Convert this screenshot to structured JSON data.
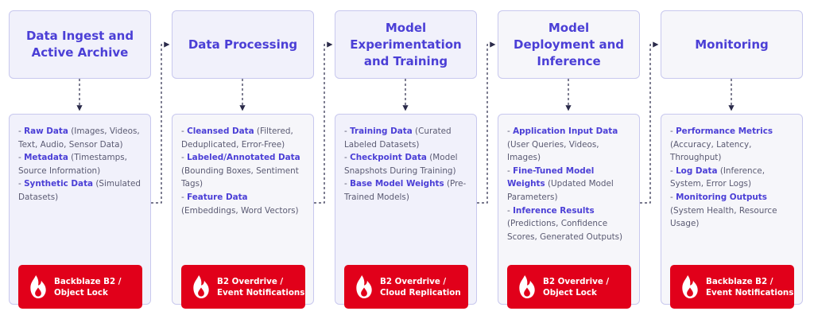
{
  "colors": {
    "accent": "#4b3fd6",
    "badge": "#e1001a",
    "box_lavender": "#f1f1fb",
    "box_gray": "#f6f6fa",
    "border": "#c8c8ee",
    "connector": "#2a2a4a"
  },
  "columns": [
    {
      "title": "Data Ingest and Active Archive",
      "items": [
        {
          "label": "Raw Data",
          "detail": "(Images, Videos, Text, Audio, Sensor Data)"
        },
        {
          "label": "Metadata",
          "detail": "(Timestamps, Source Information)"
        },
        {
          "label": "Synthetic Data",
          "detail": "(Simulated Datasets)"
        }
      ],
      "badge": {
        "line1": "Backblaze B2 /",
        "line2": "Object Lock",
        "icon": "backblaze-flame-icon"
      }
    },
    {
      "title": "Data Processing",
      "items": [
        {
          "label": "Cleansed Data",
          "detail": "(Filtered, Deduplicated, Error-Free)"
        },
        {
          "label": "Labeled/Annotated Data",
          "detail": "(Bounding Boxes, Sentiment Tags)"
        },
        {
          "label": "Feature Data",
          "detail": "(Embeddings, Word Vectors)"
        }
      ],
      "badge": {
        "line1": "B2 Overdrive /",
        "line2": "Event Notifications",
        "icon": "backblaze-flame-icon"
      }
    },
    {
      "title": "Model Experimentation and Training",
      "items": [
        {
          "label": "Training Data",
          "detail": "(Curated Labeled Datasets)"
        },
        {
          "label": "Checkpoint Data",
          "detail": "(Model Snapshots During Training)"
        },
        {
          "label": "Base Model Weights",
          "detail": "(Pre-Trained Models)"
        }
      ],
      "badge": {
        "line1": "B2 Overdrive /",
        "line2": "Cloud Replication",
        "icon": "backblaze-flame-icon"
      }
    },
    {
      "title": "Model Deployment and Inference",
      "items": [
        {
          "label": "Application Input Data",
          "detail": "(User Queries, Videos, Images)"
        },
        {
          "label": "Fine-Tuned Model Weights",
          "detail": "(Updated Model Parameters)"
        },
        {
          "label": "Inference Results",
          "detail": "(Predictions, Confidence Scores, Generated Outputs)"
        }
      ],
      "badge": {
        "line1": "B2 Overdrive /",
        "line2": "Object Lock",
        "icon": "backblaze-flame-icon"
      }
    },
    {
      "title": "Monitoring",
      "items": [
        {
          "label": "Performance Metrics",
          "detail": "(Accuracy, Latency, Throughput)"
        },
        {
          "label": "Log Data",
          "detail": "(Inference, System, Error Logs)"
        },
        {
          "label": "Monitoring Outputs",
          "detail": "(System Health, Resource Usage)"
        }
      ],
      "badge": {
        "line1": "Backblaze B2 /",
        "line2": "Event Notifications",
        "icon": "backblaze-flame-icon"
      }
    }
  ]
}
